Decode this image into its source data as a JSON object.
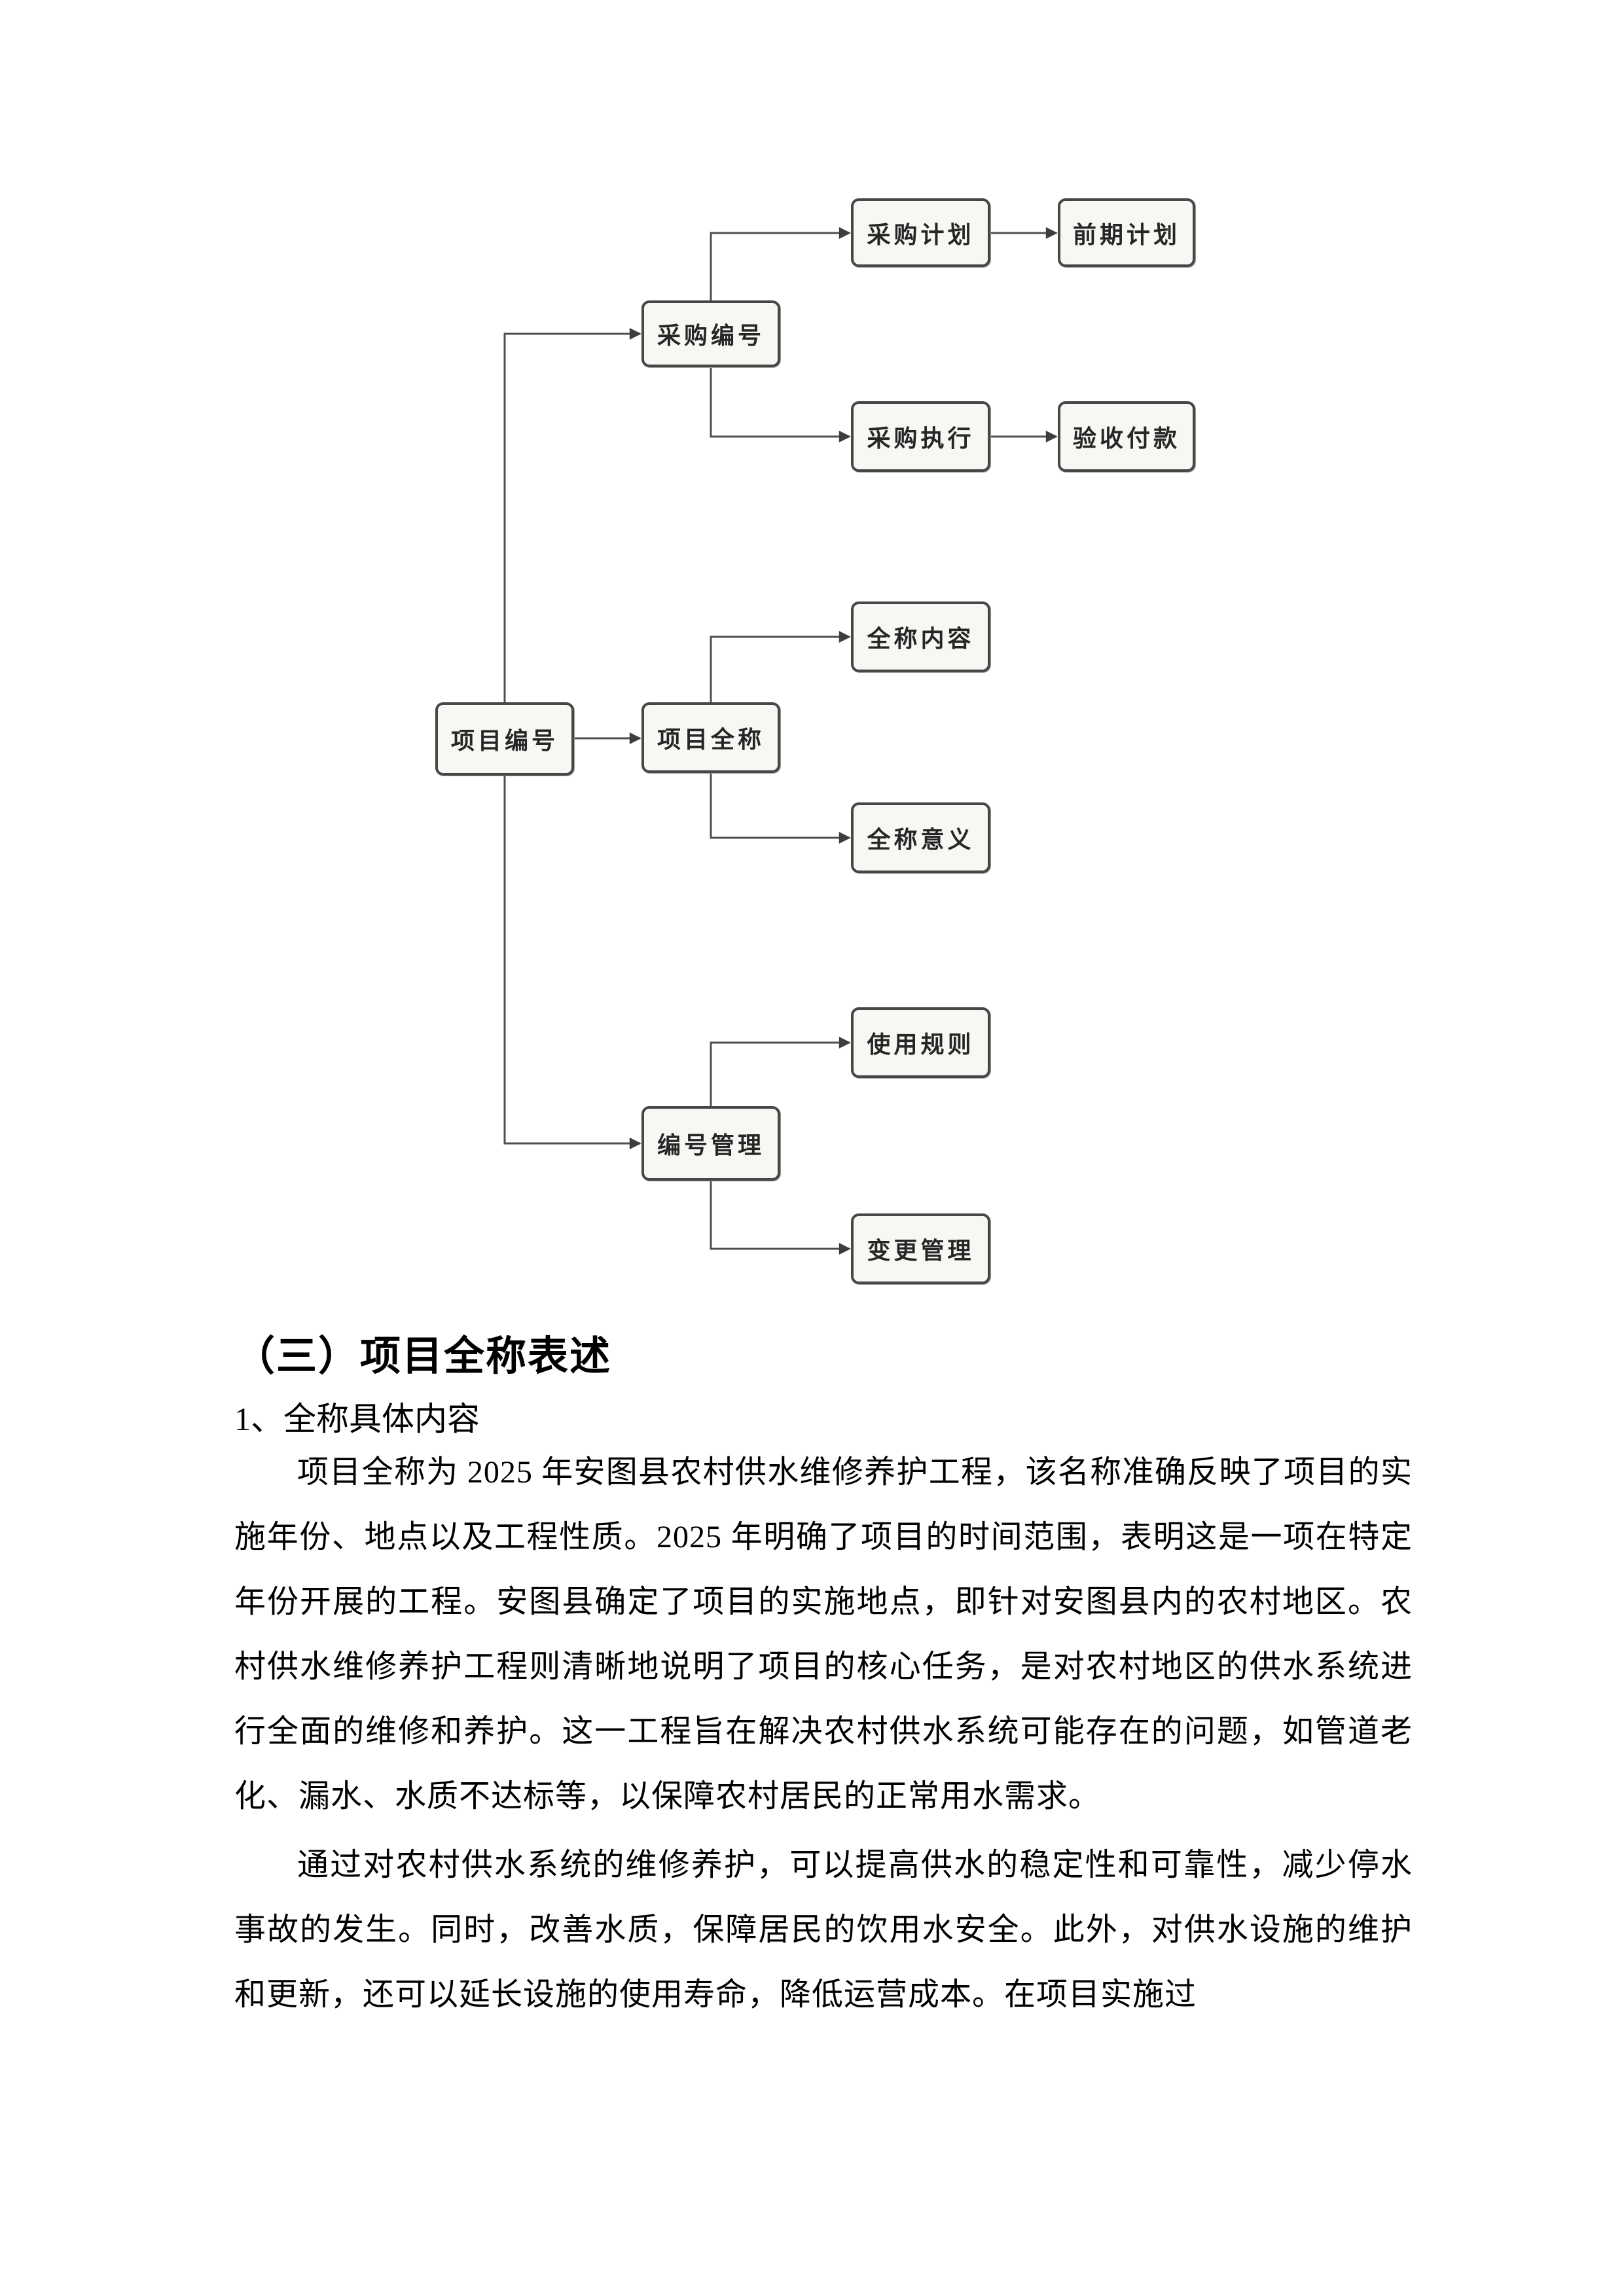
{
  "document": {
    "section_heading": "（三）项目全称表述",
    "subsection_heading": "1、全称具体内容",
    "paragraphs": [
      "项目全称为 2025 年安图县农村供水维修养护工程，该名称准确反映了项目的实施年份、地点以及工程性质。2025 年明确了项目的时间范围，表明这是一项在特定年份开展的工程。安图县确定了项目的实施地点，即针对安图县内的农村地区。农村供水维修养护工程则清晰地说明了项目的核心任务，是对农村地区的供水系统进行全面的维修和养护。这一工程旨在解决农村供水系统可能存在的问题，如管道老化、漏水、水质不达标等，以保障农村居民的正常用水需求。",
      "通过对农村供水系统的维修养护，可以提高供水的稳定性和可靠性，减少停水事故的发生。同时，改善水质，保障居民的饮用水安全。此外，对供水设施的维护和更新，还可以延长设施的使用寿命，降低运营成本。在项目实施过"
    ]
  },
  "diagram": {
    "nodes": {
      "xiangmu_bianhao": {
        "label": "项目编号"
      },
      "caigou_bianhao": {
        "label": "采购编号"
      },
      "caigou_jihua": {
        "label": "采购计划"
      },
      "qianqi_jihua": {
        "label": "前期计划"
      },
      "caigou_zhixing": {
        "label": "采购执行"
      },
      "yanshou_fukuan": {
        "label": "验收付款"
      },
      "xiangmu_quancheng": {
        "label": "项目全称"
      },
      "quancheng_neirong": {
        "label": "全称内容"
      },
      "quancheng_yiyi": {
        "label": "全称意义"
      },
      "bianhao_guanli": {
        "label": "编号管理"
      },
      "shiyong_guize": {
        "label": "使用规则"
      },
      "biangeng_guanli": {
        "label": "变更管理"
      }
    },
    "edges": [
      {
        "from": "项目编号",
        "to": "采购编号"
      },
      {
        "from": "项目编号",
        "to": "项目全称"
      },
      {
        "from": "项目编号",
        "to": "编号管理"
      },
      {
        "from": "采购编号",
        "to": "采购计划"
      },
      {
        "from": "采购计划",
        "to": "前期计划"
      },
      {
        "from": "采购编号",
        "to": "采购执行"
      },
      {
        "from": "采购执行",
        "to": "验收付款"
      },
      {
        "from": "项目全称",
        "to": "全称内容"
      },
      {
        "from": "项目全称",
        "to": "全称意义"
      },
      {
        "from": "编号管理",
        "to": "使用规则"
      },
      {
        "from": "编号管理",
        "to": "变更管理"
      }
    ],
    "colors": {
      "node_fill": "#f7f7f4",
      "node_border": "#474747",
      "connector": "#4f4f4f",
      "node_text": "#262626"
    }
  }
}
